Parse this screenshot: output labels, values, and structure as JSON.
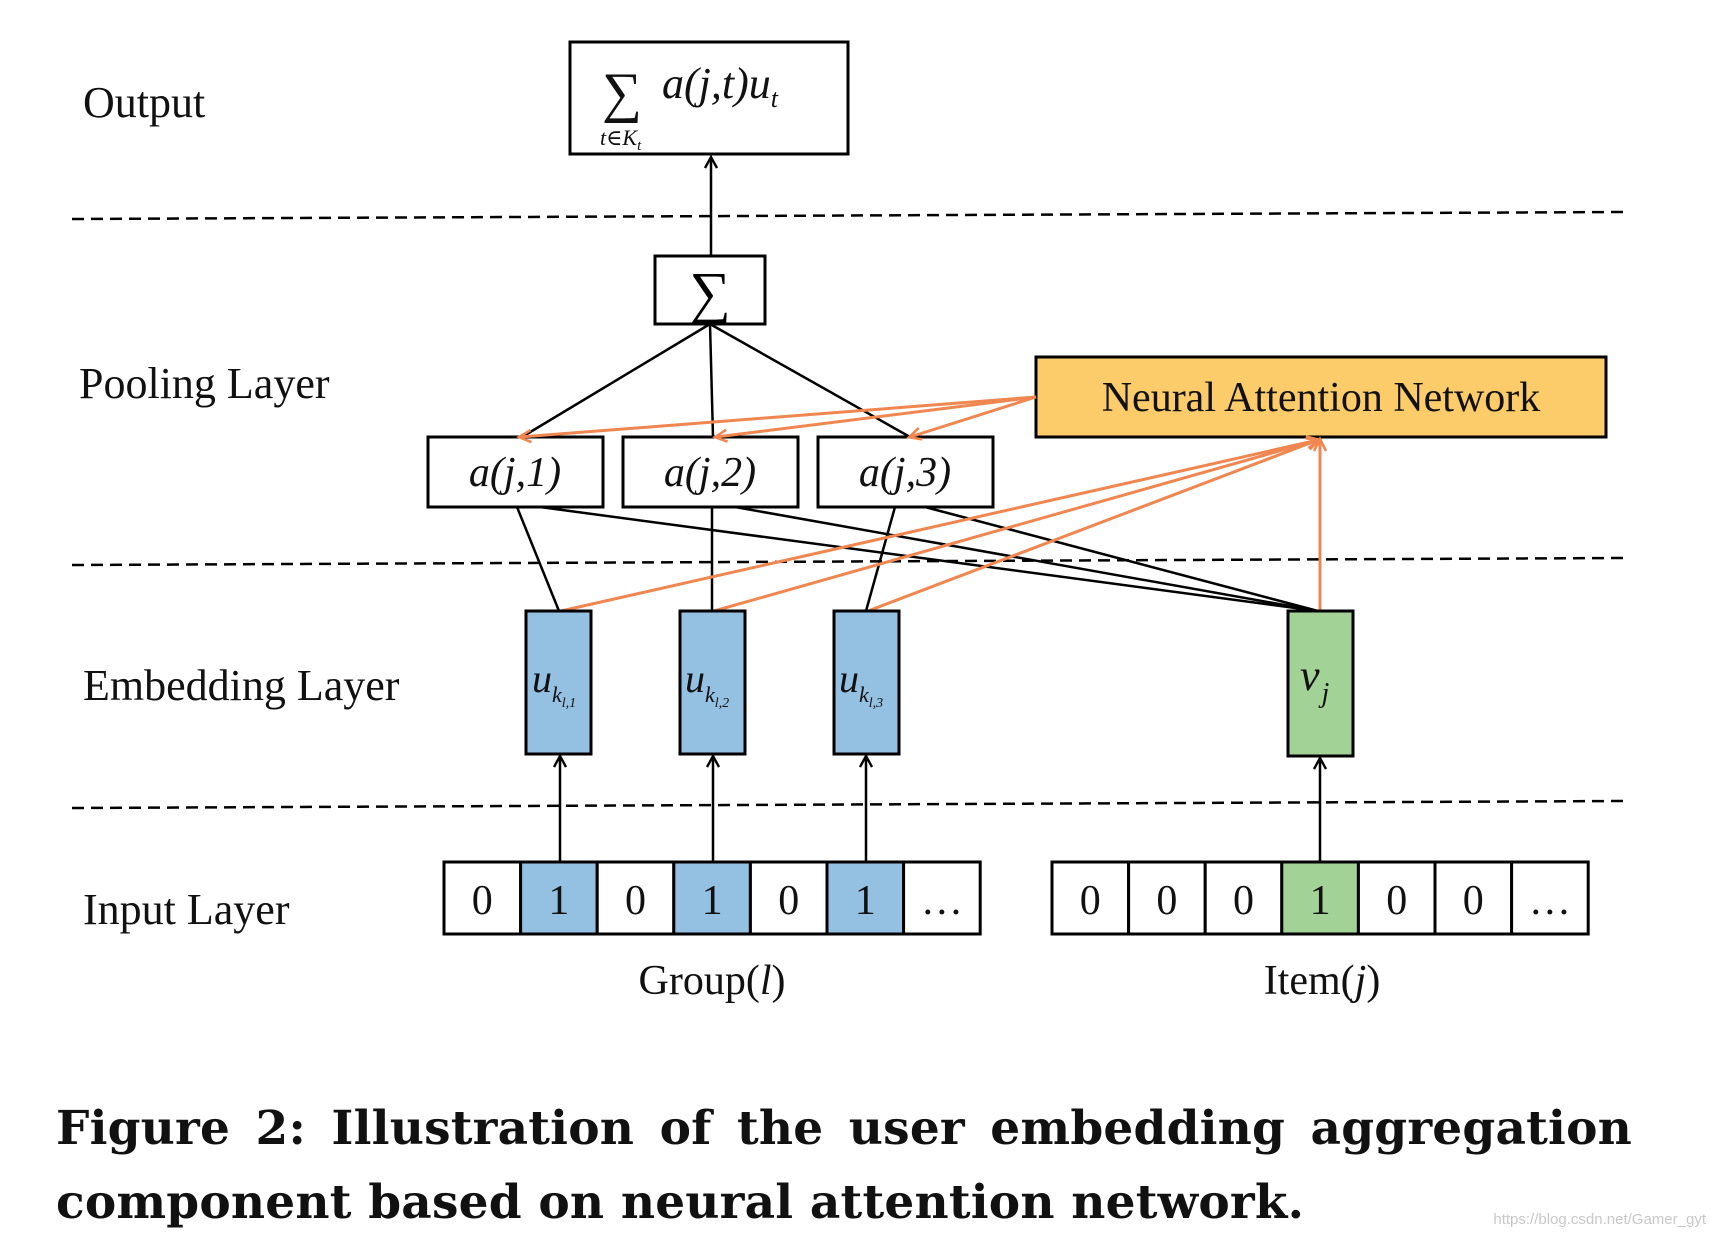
{
  "layers": {
    "output": "Output",
    "pooling": "Pooling Layer",
    "embedding": "Embedding Layer",
    "input": "Input Layer"
  },
  "output_formula": {
    "sum_symbol": "∑",
    "expression": "a(j,t)u",
    "expression_sub": "t",
    "sum_index": "t∈K",
    "sum_index_sub": "t"
  },
  "sum_node": "∑",
  "attention_network": {
    "label": "Neural Attention Network",
    "color": "#fccb6a"
  },
  "attention_weights": [
    "a(j,1)",
    "a(j,2)",
    "a(j,3)"
  ],
  "group_embeddings": [
    {
      "main": "u",
      "sub": "k",
      "subsub": "l,1"
    },
    {
      "main": "u",
      "sub": "k",
      "subsub": "l,2"
    },
    {
      "main": "u",
      "sub": "k",
      "subsub": "l,3"
    }
  ],
  "item_embedding": {
    "main": "v",
    "sub": "j"
  },
  "group_vector": [
    "0",
    "1",
    "0",
    "1",
    "0",
    "1",
    "…"
  ],
  "group_vector_active": [
    1,
    3,
    5
  ],
  "item_vector": [
    "0",
    "0",
    "0",
    "1",
    "0",
    "0",
    "…"
  ],
  "item_vector_active": [
    3
  ],
  "group_label": {
    "text": "Group(",
    "var": "l",
    "close": ")"
  },
  "item_label": {
    "text": "Item(",
    "var": "j",
    "close": ")"
  },
  "colors": {
    "group_fill": "#94c0e2",
    "item_fill": "#a3d296",
    "attention_edge": "#f08650",
    "edge": "#000000"
  },
  "caption": "Figure 2: Illustration of the user embedding aggregation component based on neural attention network.",
  "watermark": "https://blog.csdn.net/Gamer_gyt"
}
